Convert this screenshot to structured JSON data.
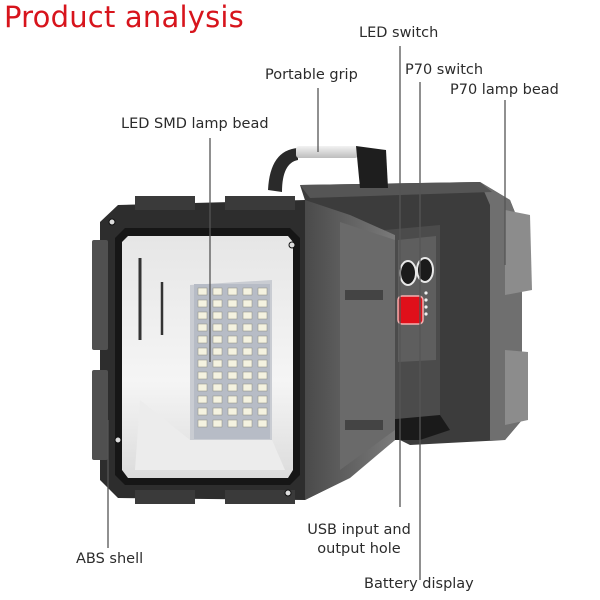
{
  "title": "Product analysis",
  "colors": {
    "title": "#d7141c",
    "label_text": "#2b2b2b",
    "leader_line": "#555555",
    "body_dark": "#2e2e2e",
    "body_mid": "#5a5a5a",
    "body_light": "#8a8a8a",
    "switch_red": "#e0101a",
    "lens_white": "#f1f1f1",
    "led_chip": "#f4f2e0"
  },
  "labels": {
    "led_switch": "LED switch",
    "portable_grip": "Portable grip",
    "p70_switch": "P70 switch",
    "p70_lamp_bead": "P70 lamp bead",
    "led_smd_lamp_bead": "LED SMD lamp bead",
    "abs_shell": "ABS shell",
    "usb_line1": "USB input and",
    "usb_line2": "output hole",
    "battery_display": "Battery display"
  },
  "product": {
    "name": "Flashlight",
    "led_grid": {
      "columns": 5,
      "rows": 12
    },
    "battery_indicator_dots": 4,
    "round_buttons": 2
  }
}
